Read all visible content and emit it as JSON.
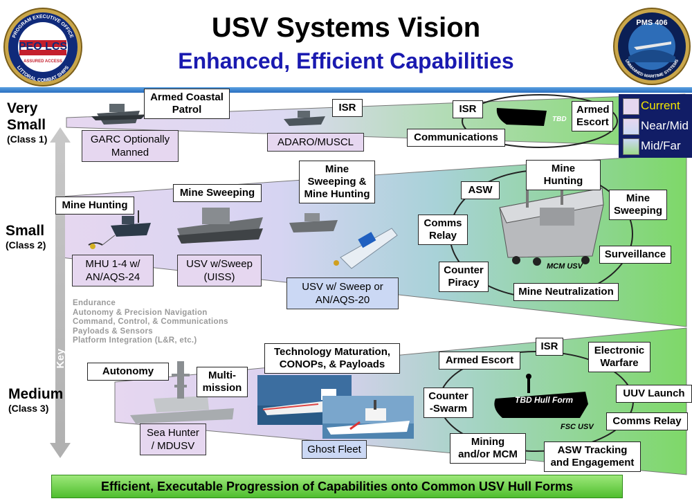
{
  "header": {
    "title": "USV Systems Vision",
    "subtitle": "Enhanced, Efficient Capabilities",
    "logo_left_text": [
      "PROGRAM EXECUTIVE OFFICE",
      "PEO LCS",
      "ASSURED ACCESS",
      "LITTORAL COMBAT SHIPS"
    ],
    "logo_right_text": [
      "PMS 406",
      "UNMANNED MARITIME SYSTEMS"
    ]
  },
  "legend": {
    "items": [
      {
        "label": "Current",
        "color": "#e6d7f0"
      },
      {
        "label": "Near/Mid",
        "color": "#cbd8f4"
      },
      {
        "label": "Mid/Far",
        "color": "#9ed98a"
      }
    ],
    "background": "#111d66"
  },
  "classes": {
    "very_small": {
      "name1": "Very",
      "name2": "Small",
      "sub": "(Class 1)"
    },
    "small": {
      "name": "Small",
      "sub": "(Class 2)"
    },
    "medium": {
      "name": "Medium",
      "sub": "(Class 3)"
    }
  },
  "axis_label": "Key Enablers",
  "enablers": [
    "Endurance",
    "Autonomy & Precision Navigation",
    "Command, Control, & Communications",
    "Payloads & Sensors",
    "Platform Integration (L&R, etc.)"
  ],
  "very_small": {
    "armed_coastal_patrol": "Armed Coastal Patrol",
    "garc": "GARC Optionally Manned",
    "isr": "ISR",
    "adaro": "ADARO/MUSCL",
    "ring_isr": "ISR",
    "armed_escort": "Armed Escort",
    "communications": "Communications",
    "tbd": "TBD"
  },
  "small": {
    "mine_hunting": "Mine Hunting",
    "mine_sweeping": "Mine Sweeping",
    "sweep_and_hunt": "Mine Sweeping & Mine Hunting",
    "mhu": "MHU 1-4 w/ AN/AQS-24",
    "uiss": "USV w/Sweep (UISS)",
    "aqs20": "USV w/ Sweep or AN/AQS-20",
    "ring": {
      "mine_hunting": "Mine Hunting",
      "asw": "ASW",
      "mine_sweeping": "Mine Sweeping",
      "comms_relay": "Comms Relay",
      "surveillance": "Surveillance",
      "counter_piracy": "Counter Piracy",
      "mine_neutralization": "Mine Neutralization",
      "vessel": "MCM USV"
    }
  },
  "medium": {
    "autonomy": "Autonomy",
    "multimission": "Multi- mission",
    "tech": "Technology Maturation, CONOPs, & Payloads",
    "sea_hunter": "Sea Hunter / MDUSV",
    "ghost_fleet": "Ghost Fleet",
    "ring": {
      "isr": "ISR",
      "armed_escort": "Armed Escort",
      "electronic_warfare": "Electronic Warfare",
      "counter_swarm": "Counter -Swarm",
      "uuv_launch": "UUV Launch",
      "comms_relay": "Comms Relay",
      "mining": "Mining and/or MCM",
      "asw_tracking": "ASW Tracking and Engagement",
      "tbd_hull": "TBD Hull Form",
      "fsc": "FSC USV"
    }
  },
  "footer": "Efficient, Executable Progression of Capabilities onto Common USV Hull Forms"
}
